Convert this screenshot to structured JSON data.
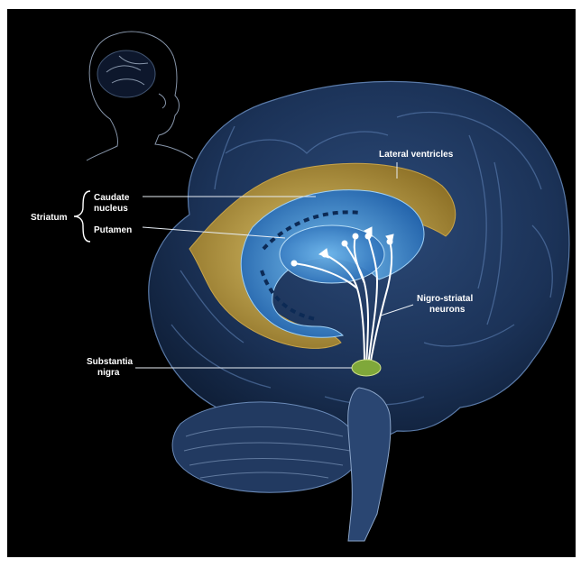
{
  "labels": {
    "lateral_ventricles": "Lateral ventricles",
    "striatum": "Striatum",
    "caudate_line1": "Caudate",
    "caudate_line2": "nucleus",
    "putamen": "Putamen",
    "nigro_line1": "Nigro-striatal",
    "nigro_line2": "neurons",
    "substantia_line1": "Substantia",
    "substantia_line2": "nigra"
  },
  "colors": {
    "background": "#000000",
    "brain": "#1c3357",
    "ventricle": "#b99a3e",
    "caudate": "#3f8fd2",
    "neurons": "#ffffff",
    "substantia": "#7fa83a"
  },
  "icons": {
    "inset": "head-silhouette-icon"
  }
}
